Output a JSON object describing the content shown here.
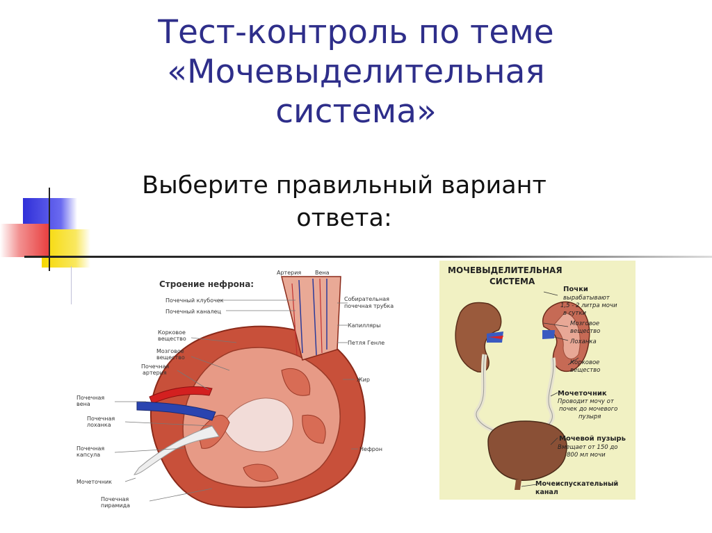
{
  "title": {
    "line1": "Тест-контроль по теме",
    "line2": "«Мочевыделительная",
    "line3": "система»"
  },
  "subtitle": {
    "line1": "Выберите правильный вариант",
    "line2": "ответа:"
  },
  "colors": {
    "title": "#2e2e8a",
    "deco_blue": "#3a3adc",
    "deco_yellow": "#f6d800",
    "deco_red": "#e84040",
    "panel_bg": "#f1f1c3"
  },
  "nephron_figure": {
    "heading": "Строение нефрона:",
    "labels": {
      "artery": "Артерия",
      "vein": "Вена",
      "glomerulus": "Почечный клубочек",
      "tubule": "Почечный каналец",
      "collecting1": "Собирательная",
      "collecting2": "почечная трубка",
      "cortex1": "Корковое",
      "cortex2": "вещество",
      "capillaries": "Капилляры",
      "loop": "Петля Генле",
      "medulla1": "Мозговое",
      "medulla2": "вещество",
      "renal_artery1": "Почечная",
      "renal_artery2": "артерия",
      "fat": "Жир",
      "renal_vein1": "Почечная",
      "renal_vein2": "вена",
      "pelvis1": "Почечная",
      "pelvis2": "лоханка",
      "capsule1": "Почечная",
      "capsule2": "капсула",
      "nephron": "Нефрон",
      "ureter": "Мочеточник",
      "pyramid1": "Почечная",
      "pyramid2": "пирамида"
    }
  },
  "system_figure": {
    "heading1": "МОЧЕВЫДЕЛИТЕЛЬНАЯ",
    "heading2": "СИСТЕМА",
    "kidneys": "Почки",
    "kidneys_desc1": "вырабатывают",
    "kidneys_desc2": "1,5 - 2 литра мочи",
    "kidneys_desc3": "в сутки",
    "medulla1": "Мозговое",
    "medulla2": "вещество",
    "pelvis": "Лоханка",
    "cortex1": "Корковое",
    "cortex2": "вещество",
    "ureter": "Мочеточник",
    "ureter_desc1": "Проводит мочу от",
    "ureter_desc2": "почек до мочевого",
    "ureter_desc3": "пузыря",
    "bladder": "Мочевой пузырь",
    "bladder_desc1": "Вмещает от 150 до",
    "bladder_desc2": "800 мл мочи",
    "urethra1": "Мочеиспускательный",
    "urethra2": "канал"
  }
}
